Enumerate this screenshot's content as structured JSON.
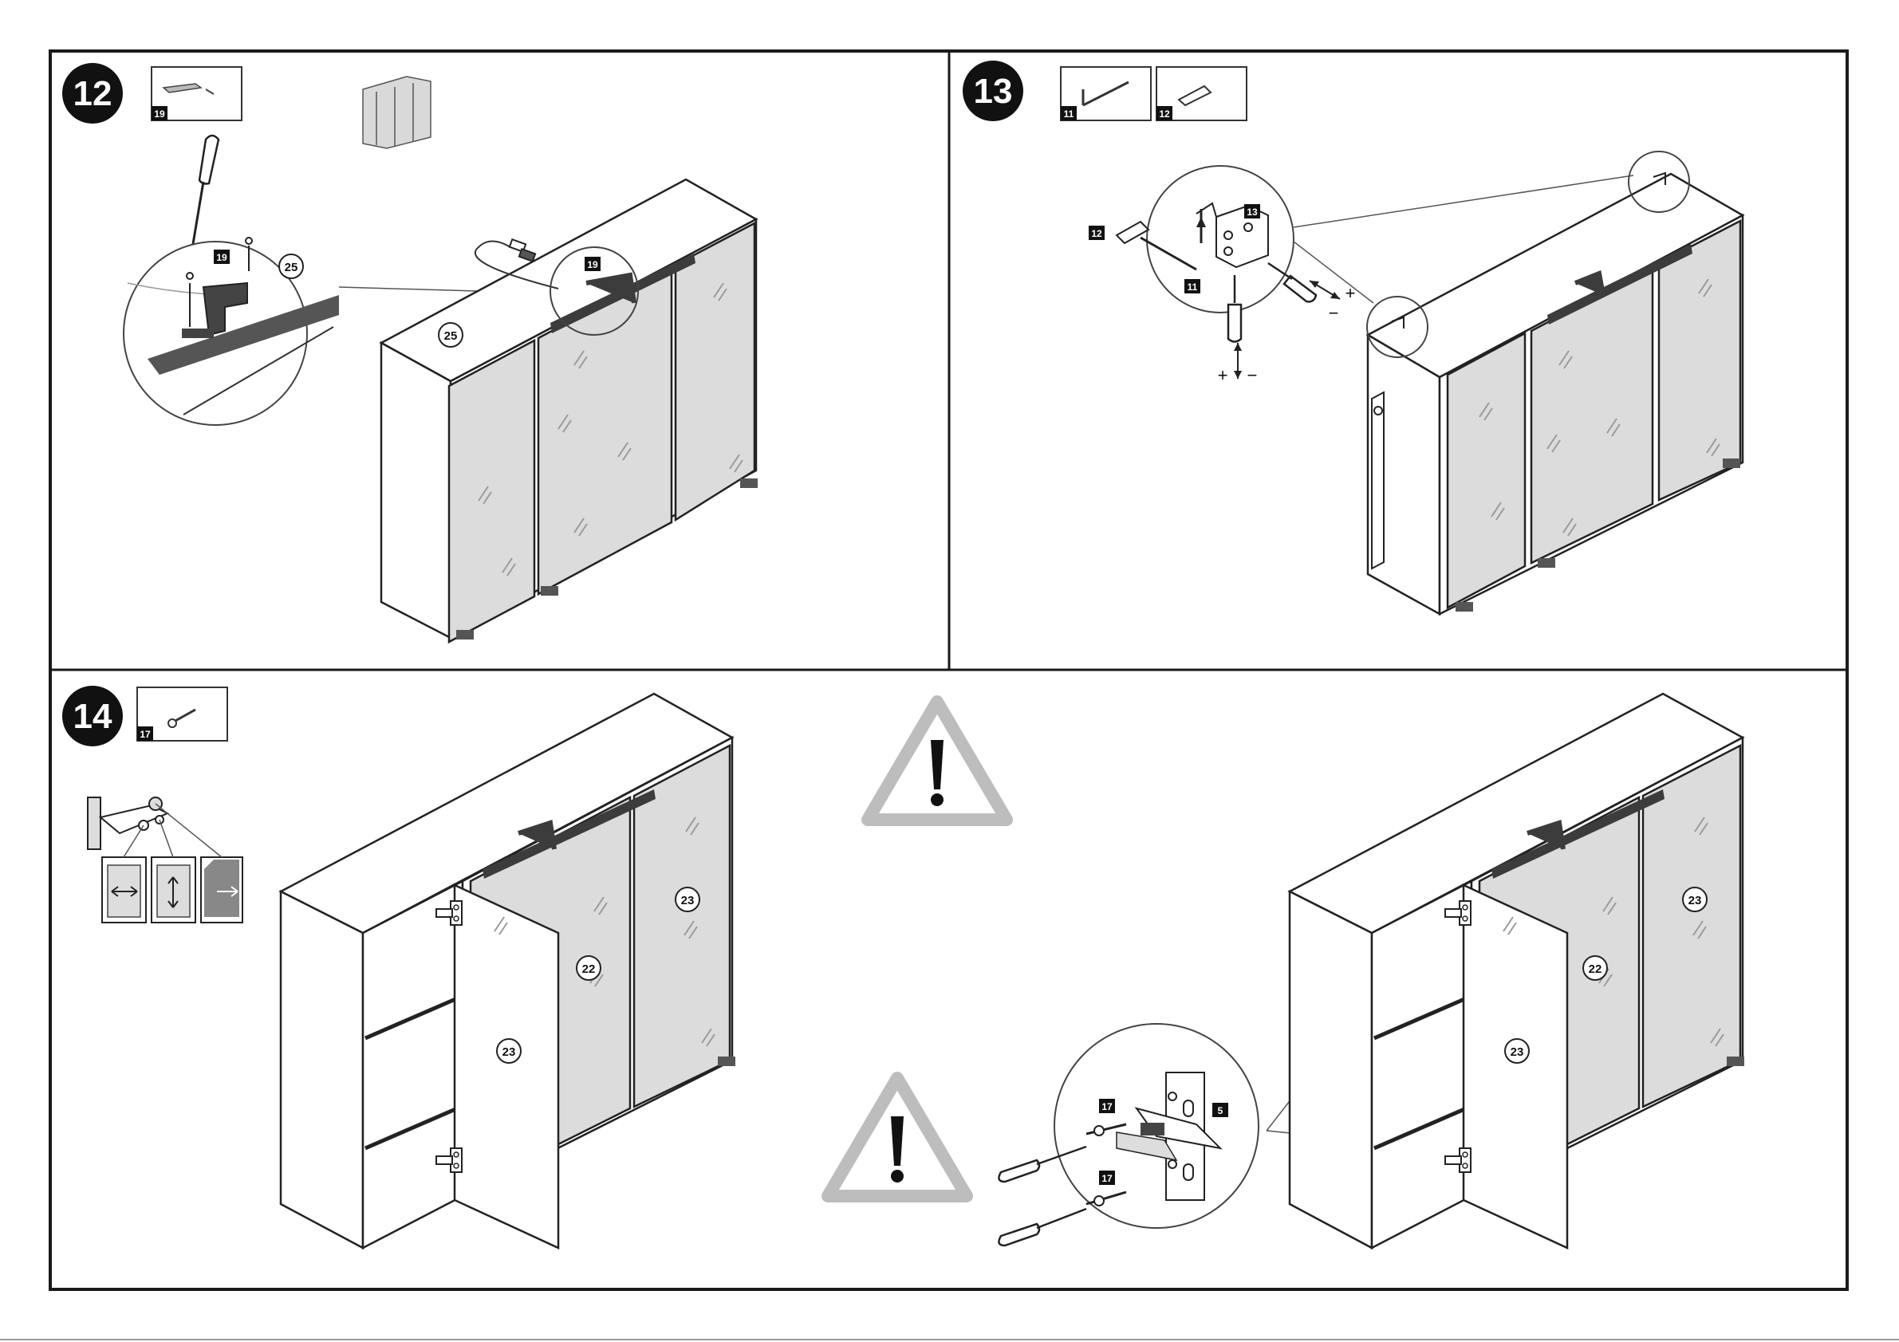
{
  "steps": [
    {
      "number": "12",
      "parts": [
        {
          "id": "19"
        }
      ],
      "callouts": [
        "19",
        "25"
      ]
    },
    {
      "number": "13",
      "parts": [
        {
          "id": "11"
        },
        {
          "id": "12"
        }
      ],
      "callouts": [
        "12",
        "13",
        "11"
      ],
      "adjust": {
        "plus_h": "+",
        "minus_h": "−",
        "plus_v": "+",
        "minus_v": "−"
      }
    },
    {
      "number": "14",
      "parts": [
        {
          "id": "17"
        }
      ],
      "callouts": [
        "17",
        "5",
        "22",
        "23"
      ]
    }
  ],
  "labels": {
    "p19_box": "19",
    "p25_zoom": "25",
    "p25_top": "25",
    "p19_zoom": "19",
    "p11_box": "11",
    "p12_box": "12",
    "p12_detail": "12",
    "p13_detail": "13",
    "p11_detail": "11",
    "plus": "+",
    "minus": "−",
    "p17_box": "17",
    "left_22": "22",
    "left_23_door": "23",
    "left_23_right": "23",
    "right_22": "22",
    "right_23_door": "23",
    "right_23_right": "23",
    "p17_a": "17",
    "p17_b": "17",
    "p5": "5"
  },
  "warnings": [
    "warning-top",
    "warning-bottom"
  ],
  "colors": {
    "frame": "#1a1a1a",
    "mirror": "#dcdcdc",
    "bar": "#3c3c3c",
    "warn_gray": "#bdbdbd",
    "line": "#222222"
  }
}
